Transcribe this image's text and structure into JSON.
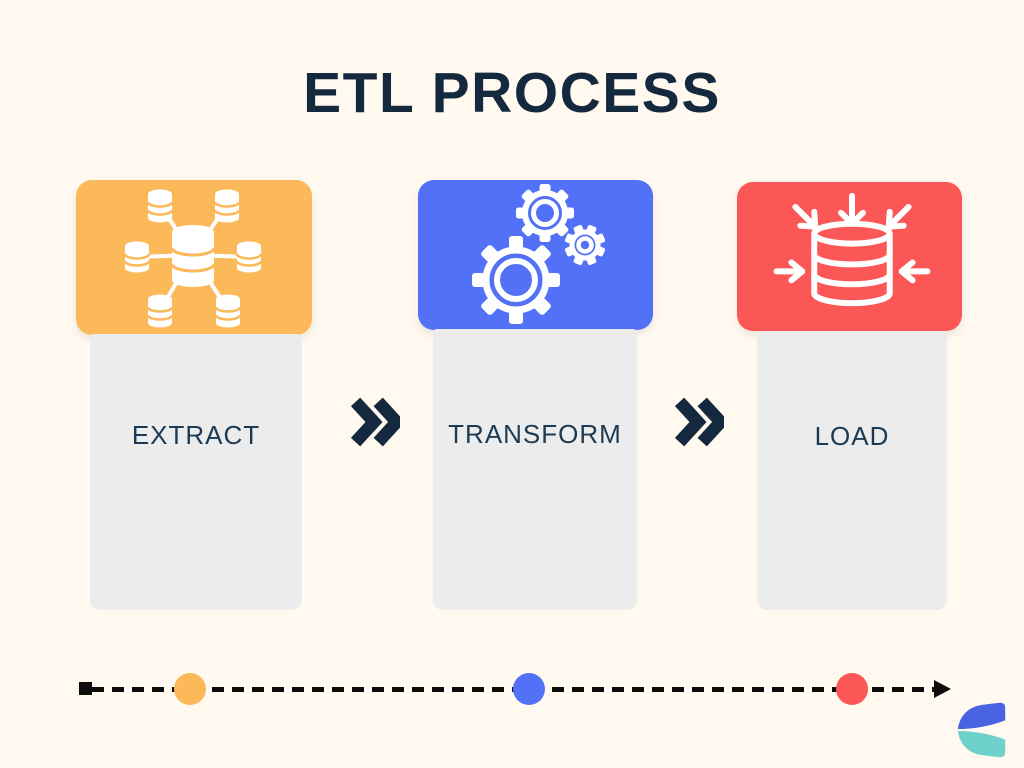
{
  "title": "ETL PROCESS",
  "steps": [
    {
      "name": "extract",
      "label": "EXTRACT",
      "icon": "database-network-icon",
      "color": "#FBB95A"
    },
    {
      "name": "transform",
      "label": "TRANSFORM",
      "icon": "gears-icon",
      "color": "#5271F7"
    },
    {
      "name": "load",
      "label": "LOAD",
      "icon": "database-import-icon",
      "color": "#FC5757"
    }
  ],
  "separator": {
    "icon": "double-chevron-right-icon",
    "color": "#14293E"
  },
  "timeline": {
    "start_marker": "square",
    "end_marker": "arrow-right",
    "line_style": "dashed",
    "line_color": "#0D0D0D",
    "dots": [
      {
        "step": "extract",
        "color": "#FBB95A"
      },
      {
        "step": "transform",
        "color": "#5271F7"
      },
      {
        "step": "load",
        "color": "#FC5757"
      }
    ]
  },
  "logo": {
    "name": "brand-logo",
    "colors": [
      "#4A63E2",
      "#6FD1CB"
    ]
  },
  "colors": {
    "background": "#FFF9F0",
    "card_body": "#ECECEC",
    "title_text": "#14293E",
    "label_text": "#1D3A55"
  }
}
